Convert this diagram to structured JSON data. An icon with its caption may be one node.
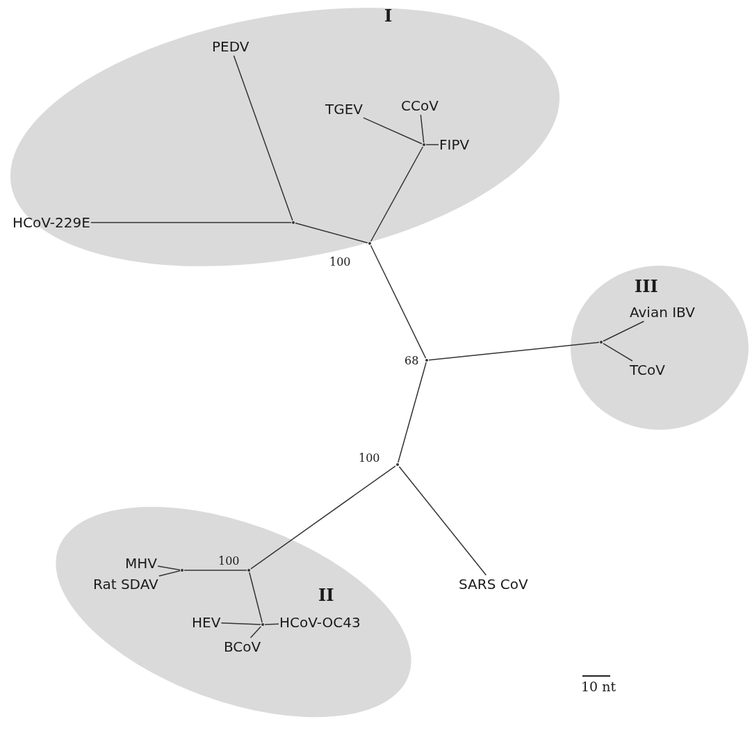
{
  "diagram": {
    "nodes": [
      {
        "text": [
          "I"
        ]
      },
      {
        "text": [
          "PEDV"
        ],
        "in": 0
      },
      {
        "text": [
          "TGEV"
        ],
        "in": 0
      },
      {
        "text": [
          "CCoV"
        ],
        "in": 0
      },
      {
        "text": [
          "FIPV"
        ],
        "in": 0
      },
      {
        "text": [
          "HCoV-229E"
        ],
        "in": 0
      },
      {
        "text": [],
        "shape": "point",
        "in": 0
      },
      {
        "text": [],
        "shape": "point",
        "in": 0
      },
      {
        "text": [],
        "shape": "point",
        "in": 0,
        "beside": [
          "100"
        ]
      },
      {
        "text": [
          "III"
        ]
      },
      {
        "text": [
          "Avian IBV"
        ],
        "in": 9
      },
      {
        "text": [
          "TCoV"
        ],
        "in": 9
      },
      {
        "text": [],
        "shape": "point",
        "in": 9
      },
      {
        "text": [],
        "shape": "point",
        "beside": [
          "68"
        ]
      },
      {
        "text": [],
        "shape": "point",
        "beside": [
          "100"
        ]
      },
      {
        "text": [
          "SARS CoV"
        ]
      },
      {
        "text": [
          "II"
        ]
      },
      {
        "text": [
          "MHV"
        ],
        "in": 16
      },
      {
        "text": [
          "Rat SDAV"
        ],
        "in": 16
      },
      {
        "text": [
          "HEV"
        ],
        "in": 16
      },
      {
        "text": [
          "HCoV-OC43"
        ],
        "in": 16
      },
      {
        "text": [
          "BCoV"
        ],
        "in": 16
      },
      {
        "text": [],
        "shape": "point",
        "in": 16,
        "beside": [
          "100"
        ]
      },
      {
        "text": [],
        "shape": "point",
        "in": 16
      },
      {
        "text": [],
        "shape": "point",
        "in": 16
      }
    ],
    "edges": [
      {
        "from": 6,
        "to": 2,
        "arrow": "none"
      },
      {
        "from": 6,
        "to": 3,
        "arrow": "none"
      },
      {
        "from": 6,
        "to": 4,
        "arrow": "none"
      },
      {
        "from": 1,
        "to": 7,
        "arrow": "none"
      },
      {
        "from": 5,
        "to": 7,
        "arrow": "none"
      },
      {
        "from": 7,
        "to": 8,
        "arrow": "none"
      },
      {
        "from": 6,
        "to": 8,
        "arrow": "none"
      },
      {
        "from": 8,
        "to": 13,
        "arrow": "none"
      },
      {
        "from": 13,
        "to": 12,
        "arrow": "none"
      },
      {
        "from": 12,
        "to": 10,
        "arrow": "none"
      },
      {
        "from": 12,
        "to": 11,
        "arrow": "none"
      },
      {
        "from": 13,
        "to": 14,
        "arrow": "none"
      },
      {
        "from": 14,
        "to": 15,
        "arrow": "none"
      },
      {
        "from": 14,
        "to": 22,
        "arrow": "none"
      },
      {
        "from": 22,
        "to": 23,
        "arrow": "none"
      },
      {
        "from": 23,
        "to": 17,
        "arrow": "none"
      },
      {
        "from": 23,
        "to": 18,
        "arrow": "none"
      },
      {
        "from": 22,
        "to": 24,
        "arrow": "none"
      },
      {
        "from": 24,
        "to": 19,
        "arrow": "none"
      },
      {
        "from": 24,
        "to": 20,
        "arrow": "none"
      },
      {
        "from": 24,
        "to": 21,
        "arrow": "none"
      }
    ],
    "labels": [
      "10 nt"
    ]
  }
}
